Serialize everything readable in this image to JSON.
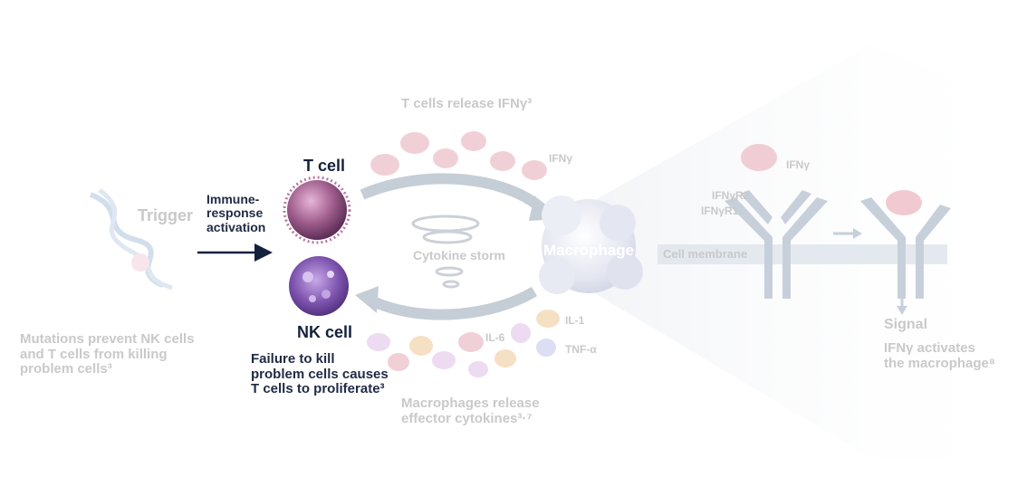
{
  "labels": {
    "trigger": "Trigger",
    "mutations": [
      "Mutations prevent NK cells",
      "and T cells from killing",
      "problem cells³"
    ],
    "immune_response": [
      "Immune-",
      "response",
      "activation"
    ],
    "t_cell": "T cell",
    "nk_cell": "NK cell",
    "failure": [
      "Failure to kill",
      "problem cells causes",
      "T cells to proliferate³"
    ],
    "t_cells_release": "T cells release IFNγ³",
    "ifny_top": "IFNγ",
    "cytokine_storm": "Cytokine storm",
    "macrophage": "Macrophage",
    "il1": "IL-1",
    "il6": "IL-6",
    "tnf": "TNF-α",
    "macrophages_release": [
      "Macrophages release",
      "effector cytokines³·⁷"
    ],
    "ifny_right": "IFNγ",
    "ifnyr2": "IFNγR2",
    "ifnyr1": "IFNγR1",
    "cell_membrane": "Cell membrane",
    "signal": "Signal",
    "ifny_activates": [
      "IFNγ activates",
      "the macrophage⁸"
    ]
  },
  "colors": {
    "navy": "#14213d",
    "faded_text": "#c9c9c9",
    "arrow_gray": "#c5cdd6",
    "receptor": "#c7d0da",
    "membrane": "#dfe5ec",
    "tcell": "#9c5a86",
    "nkcell": "#7a4fa6",
    "macrophage": "#e6e8f1"
  }
}
